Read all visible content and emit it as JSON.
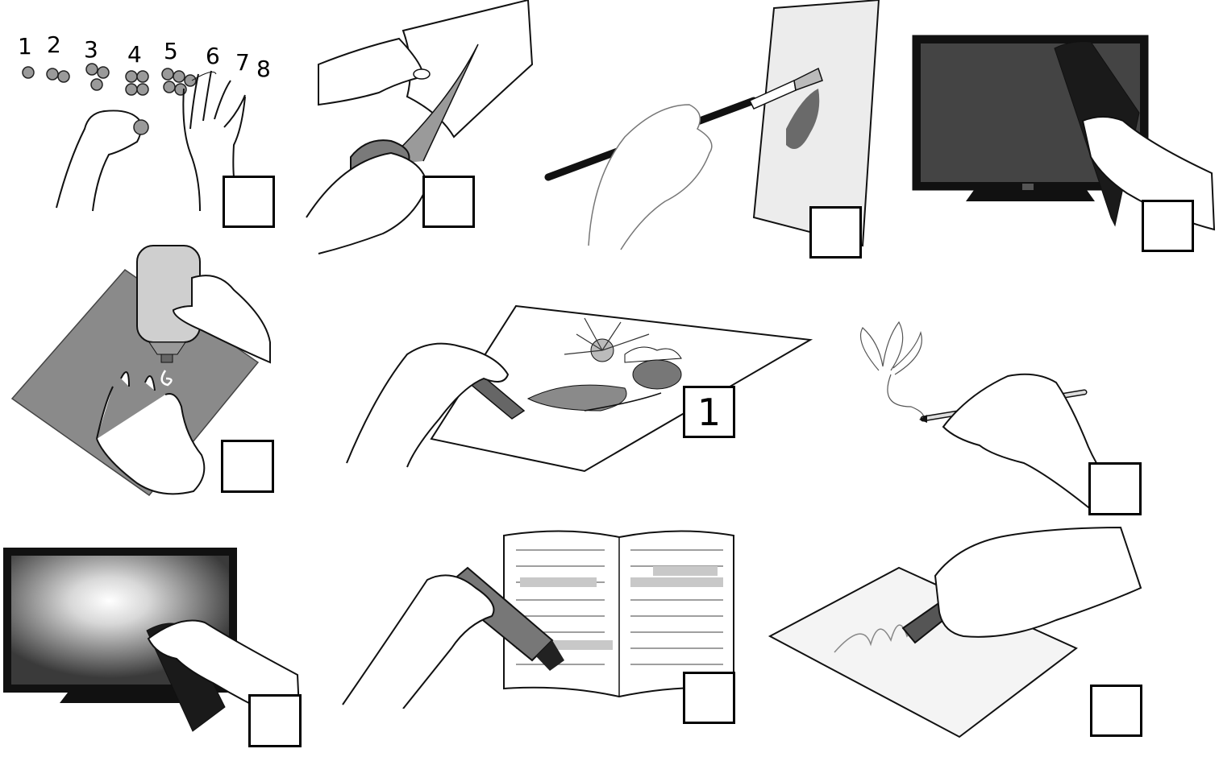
{
  "counting": {
    "numbers": [
      "1",
      "2",
      "3",
      "4",
      "5",
      "6",
      "7",
      "8"
    ]
  },
  "panels": [
    {
      "id": "counting-fingers",
      "box_value": ""
    },
    {
      "id": "cutting-paper-scissors",
      "box_value": ""
    },
    {
      "id": "painting-brush",
      "box_value": ""
    },
    {
      "id": "tv-remote-off",
      "box_value": ""
    },
    {
      "id": "gluing-paper",
      "box_value": ""
    },
    {
      "id": "coloring-crayon",
      "box_value": "1"
    },
    {
      "id": "drawing-pencil",
      "box_value": ""
    },
    {
      "id": "tv-remote-on",
      "box_value": ""
    },
    {
      "id": "highlighting-book",
      "box_value": ""
    },
    {
      "id": "erasing-drawing",
      "box_value": ""
    }
  ],
  "colors": {
    "ink": "#000000",
    "skin": "#ffffff",
    "gray_dark": "#3a3a3a",
    "gray_mid": "#8a8a8a",
    "gray_light": "#e4e4e4"
  }
}
